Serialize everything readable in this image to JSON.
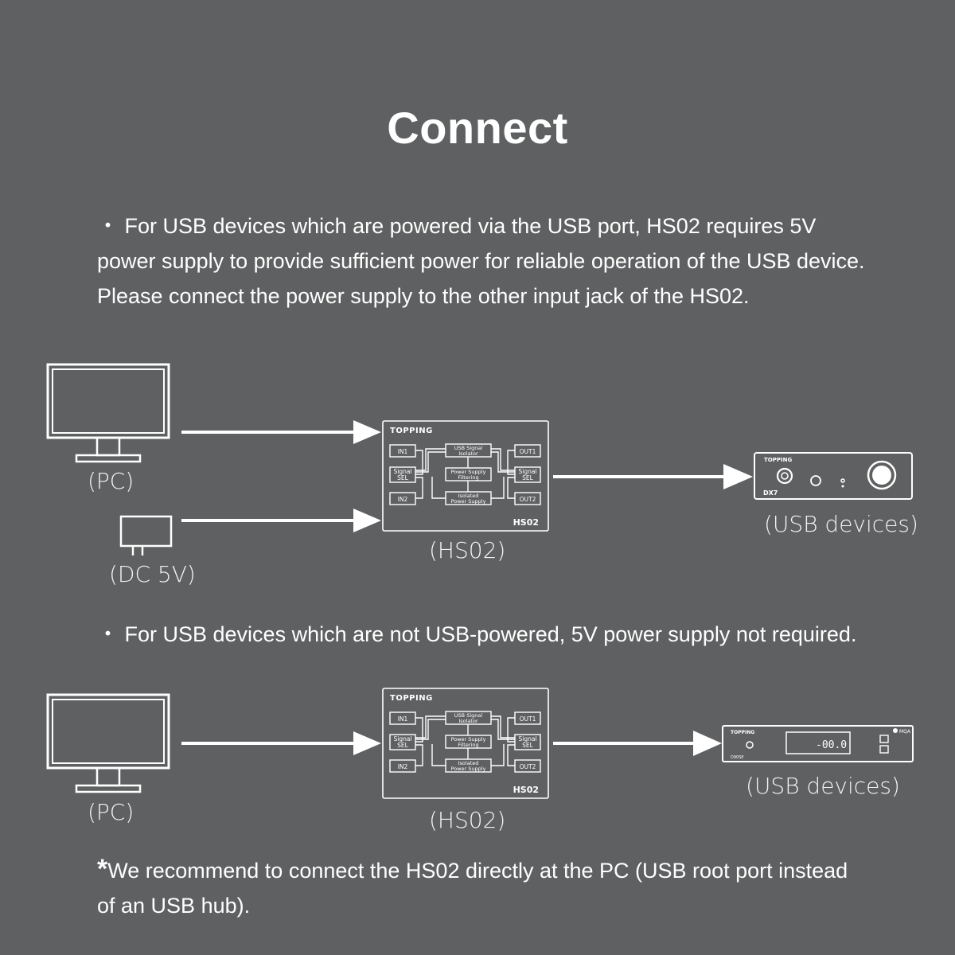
{
  "title": "Connect",
  "section1": {
    "text": "・ For USB devices which are powered via the USB port, HS02 requires 5V power supply to provide sufficient power for reliable operation of the USB device. Please connect the power supply to the other input jack of the HS02.",
    "pc_label": "(PC)",
    "power_label": "(DC 5V)",
    "hub_label": "(HS02)",
    "device_label": "(USB devices)",
    "device_brand": "TOPPING",
    "device_model": "DX7"
  },
  "section2": {
    "text": "・ For USB devices which are not USB-powered, 5V power supply not required.",
    "pc_label": "(PC)",
    "hub_label": "(HS02)",
    "device_label": "(USB devices)",
    "device_brand": "TOPPING",
    "device_model": "D90SE",
    "device_display": "-00.0",
    "device_mqa": "MQA"
  },
  "hs02_panel": {
    "brand": "TOPPING",
    "model": "HS02",
    "blocks": [
      "IN1",
      "IN2",
      "Signal SEL",
      "USB Signal Isolator",
      "Power Supply Filtering",
      "Isolated Power Supply",
      "OUT1",
      "OUT2",
      "Signal SEL"
    ]
  },
  "footnote": {
    "star": "*",
    "text": "We recommend to connect the HS02 directly at the PC (USB root port instead of an USB hub)."
  },
  "colors": {
    "background": "#5f6061",
    "foreground": "#ffffff"
  }
}
